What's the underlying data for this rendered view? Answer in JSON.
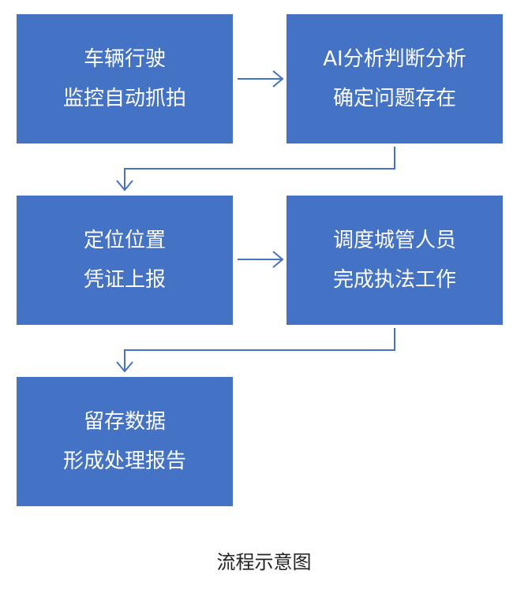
{
  "diagram": {
    "steps": [
      {
        "line1": "车辆行驶",
        "line2": "监控自动抓拍"
      },
      {
        "line1": "AI分析判断分析",
        "line2": "确定问题存在"
      },
      {
        "line1": "定位位置",
        "line2": "凭证上报"
      },
      {
        "line1": "调度城管人员",
        "line2": "完成执法工作"
      },
      {
        "line1": "留存数据",
        "line2": "形成处理报告"
      }
    ],
    "caption": "流程示意图",
    "colors": {
      "box_fill": "#4472c4",
      "box_text": "#ffffff",
      "connector": "#4472c4"
    }
  }
}
